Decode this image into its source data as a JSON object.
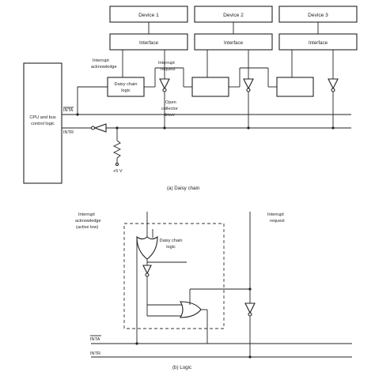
{
  "part_a": {
    "devices": [
      {
        "name": "Device 1",
        "interface": "Interface"
      },
      {
        "name": "Device 2",
        "interface": "Interface"
      },
      {
        "name": "Device 3",
        "interface": "Interface"
      }
    ],
    "cpu_label_line1": "CPU and bus",
    "cpu_label_line2": "control logic",
    "inta": "INTA",
    "intr": "INTR",
    "interrupt_ack_line1": "Interrupt",
    "interrupt_ack_line2": "acknowledge",
    "interrupt_req_line1": "Interrupt",
    "interrupt_req_line2": "request",
    "daisy_line1": "Daisy chain",
    "daisy_line2": "logic",
    "oc_line1": "Open",
    "oc_line2": "collector",
    "oc_line3": "driver",
    "supply": "+5 V",
    "caption": "(a)  Daisy chain"
  },
  "part_b": {
    "ack_line1": "Interrupt",
    "ack_line2": "acknowledge",
    "ack_line3": "(active low)",
    "req_line1": "Interrupt",
    "req_line2": "request",
    "daisy_line1": "Daisy chain",
    "daisy_line2": "logic",
    "inta": "INTA",
    "intr": "INTR",
    "caption": "(b)  Logic"
  }
}
